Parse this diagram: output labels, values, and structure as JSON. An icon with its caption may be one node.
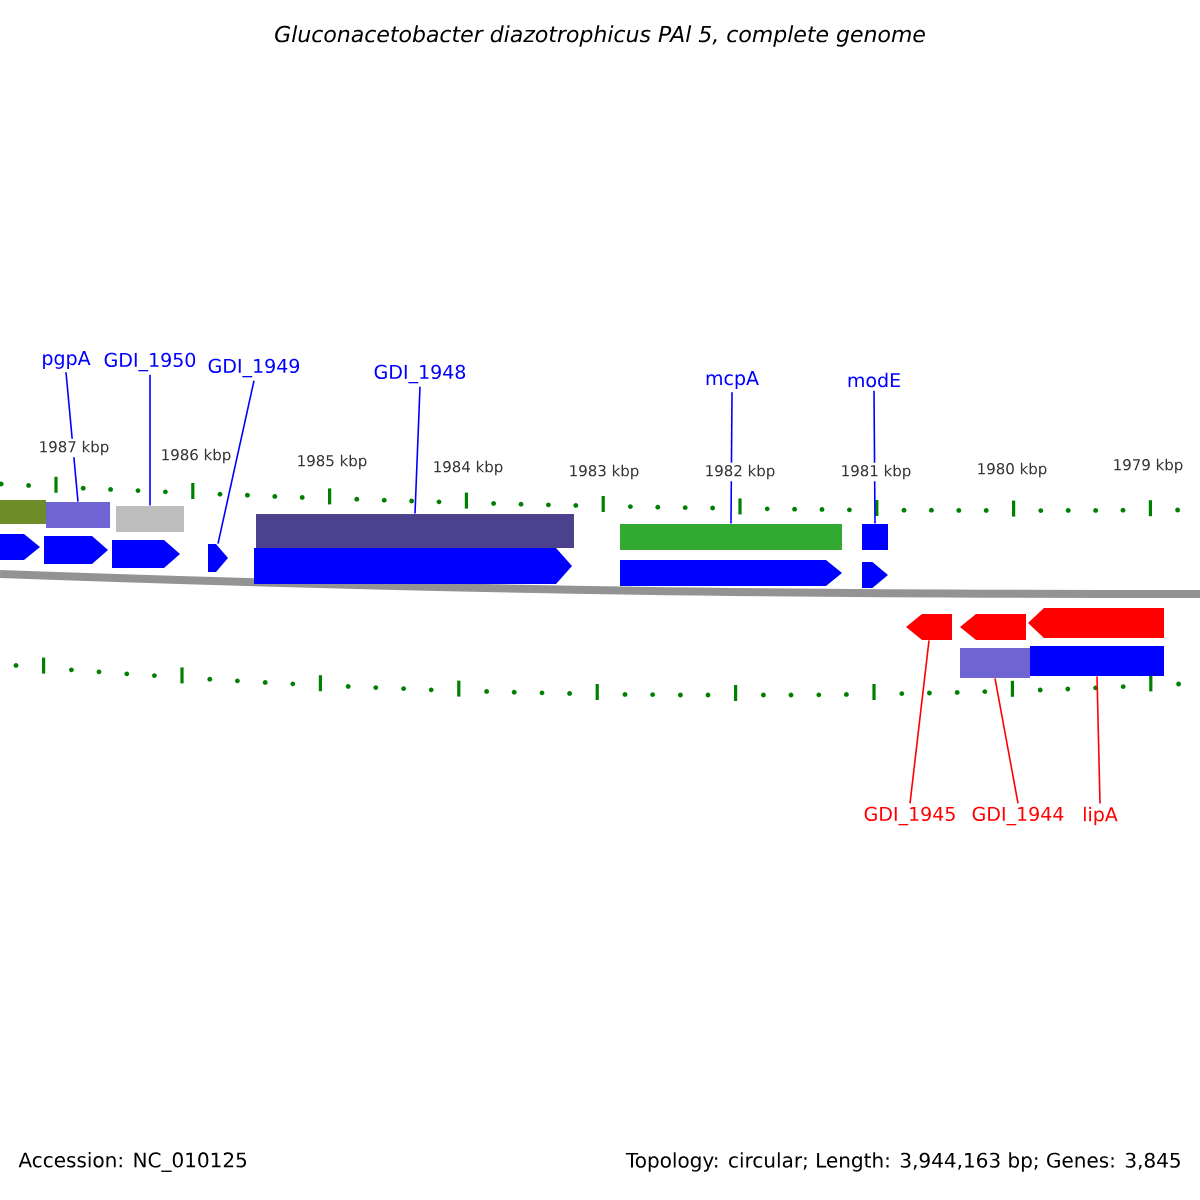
{
  "diagram": {
    "title": "*Gluconacetobacter diazotrophicus* PAl 5, complete genome",
    "nodes": [
      {
        "text": [
          "pgpA"
        ]
      },
      {
        "text": [
          "GDI_1950"
        ]
      },
      {
        "text": [
          "GDI_1949"
        ]
      },
      {
        "text": [
          "GDI_1948"
        ]
      },
      {
        "text": [
          "mcpA"
        ]
      },
      {
        "text": [
          "modE"
        ]
      },
      {
        "text": [
          "GDI_1945"
        ]
      },
      {
        "text": [
          "GDI_1944"
        ]
      },
      {
        "text": [
          "lipA"
        ]
      },
      {
        "text": [],
        "shape": "bar"
      },
      {
        "text": [],
        "shape": "pentagon"
      },
      {
        "text": [],
        "shape": "pentagon"
      },
      {
        "text": [],
        "shape": "bar"
      },
      {
        "text": [],
        "shape": "pentagon"
      },
      {
        "text": [],
        "shape": "bar"
      },
      {
        "text": [],
        "shape": "pentagon"
      },
      {
        "text": [],
        "shape": "pentagon"
      },
      {
        "text": [],
        "shape": "bar"
      },
      {
        "text": [],
        "shape": "bar"
      },
      {
        "text": [],
        "shape": "pentagon"
      },
      {
        "text": [],
        "shape": "bar"
      },
      {
        "text": [],
        "shape": "pentagon"
      },
      {
        "text": [],
        "shape": "pentagon"
      },
      {
        "text": [],
        "shape": "pentagon"
      },
      {
        "text": [],
        "shape": "bar"
      },
      {
        "text": [],
        "shape": "pentagon"
      },
      {
        "text": [],
        "shape": "bar"
      }
    ],
    "edges": [
      {
        "from": 0,
        "to": 12,
        "arrow": "none"
      },
      {
        "from": 1,
        "to": 14,
        "arrow": "none"
      },
      {
        "from": 2,
        "to": 15,
        "arrow": "none"
      },
      {
        "from": 3,
        "to": 17,
        "arrow": "none"
      },
      {
        "from": 4,
        "to": 18,
        "arrow": "none"
      },
      {
        "from": 5,
        "to": 20,
        "arrow": "none"
      },
      {
        "from": 6,
        "to": 22,
        "arrow": "none",
        "color": "#ff0000"
      },
      {
        "from": 7,
        "to": 24,
        "arrow": "none",
        "color": "#ff0000"
      },
      {
        "from": 8,
        "to": 26,
        "arrow": "none",
        "color": "#ff0000"
      }
    ],
    "labels": [
      "1987 kbp",
      "1986 kbp",
      "1985 kbp",
      "1984 kbp",
      "1983 kbp",
      "1982 kbp",
      "1981 kbp",
      "1980 kbp",
      "1979 kbp",
      "Accession: NC_010125",
      "Topology: circular; Length: 3,944,163 bp; Genes: 3,845"
    ]
  }
}
